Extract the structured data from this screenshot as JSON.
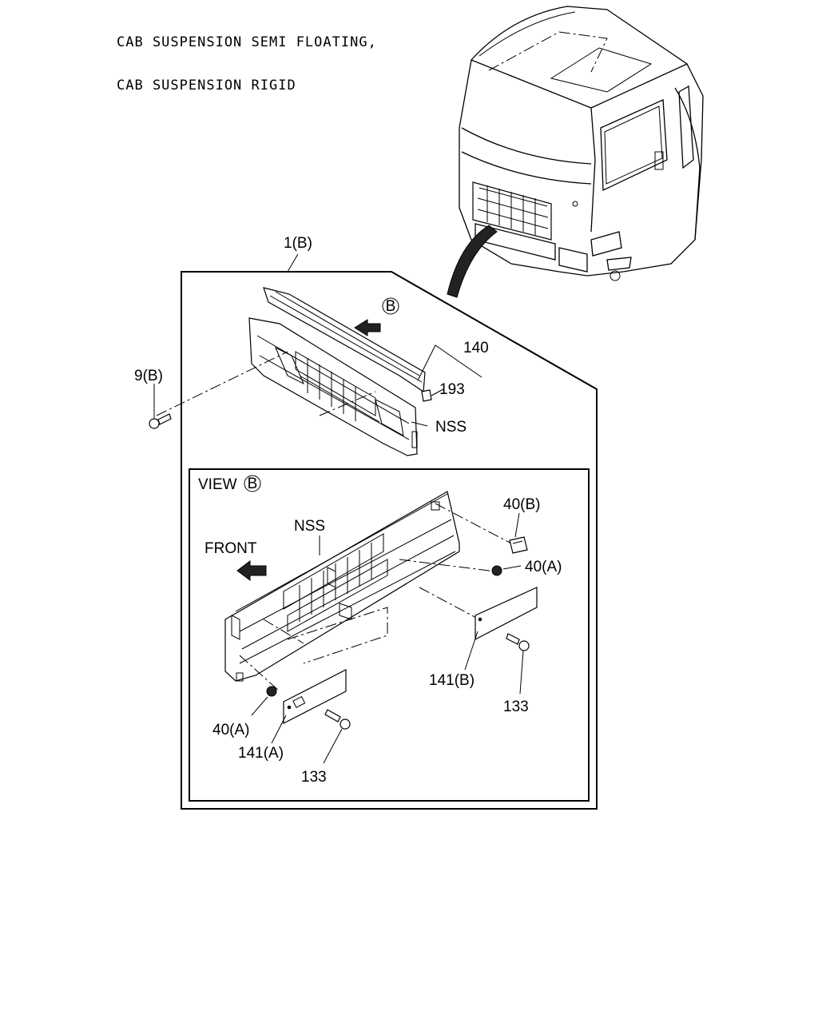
{
  "header": {
    "line1": "CAB SUSPENSION SEMI FLOATING,",
    "line2": "CAB SUSPENSION RIGID"
  },
  "callouts": {
    "assembly": "1(B)",
    "view_marker": "B",
    "part_140": "140",
    "part_193": "193",
    "screw_top": "9(B)",
    "grille_nss": "NSS",
    "view_title": "VIEW",
    "view_nss": "NSS",
    "front": "FRONT",
    "clip_40b": "40(B)",
    "nut_40a_right": "40(A)",
    "bracket_141b": "141(B)",
    "screw_133_right": "133",
    "nut_40a_left": "40(A)",
    "bracket_141a": "141(A)",
    "screw_133_left": "133"
  }
}
